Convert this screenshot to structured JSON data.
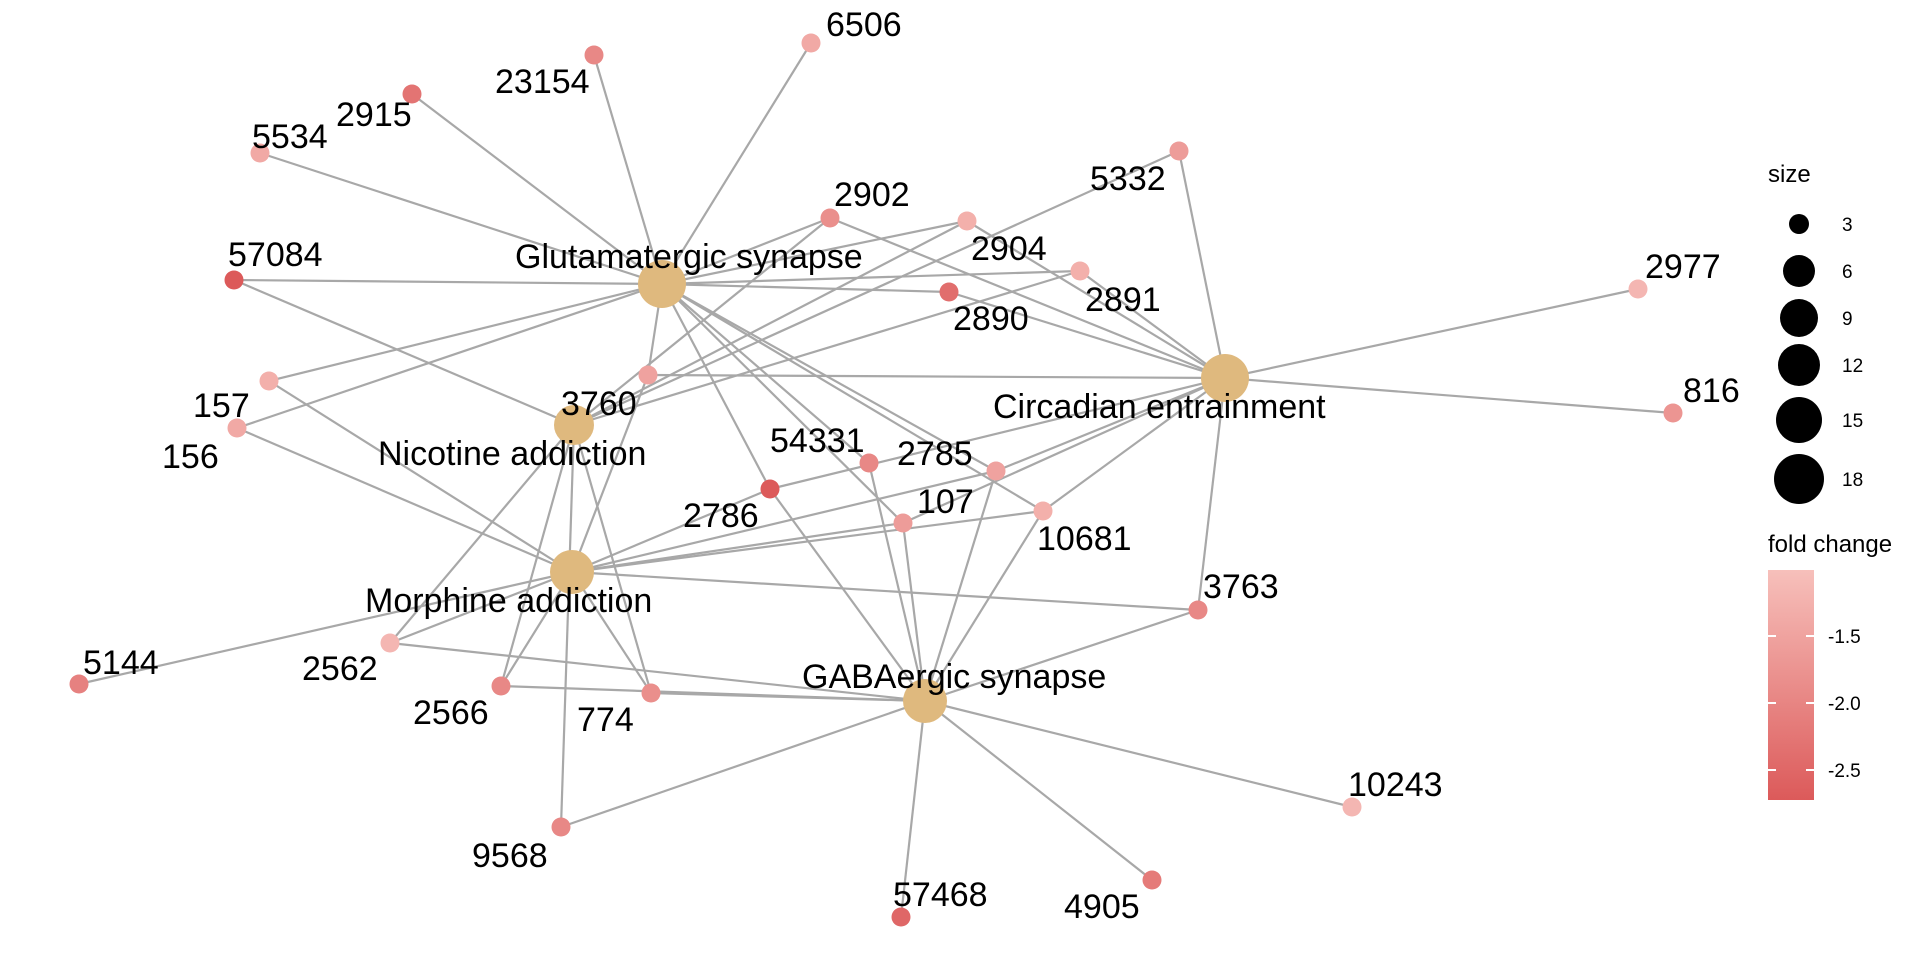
{
  "legend": {
    "size_title": "size",
    "size_values": [
      "3",
      "6",
      "9",
      "12",
      "15",
      "18"
    ],
    "color_title": "fold change",
    "color_ticks": [
      "-1.5",
      "-2.0",
      "-2.5"
    ],
    "color_low": "#dc5a5a",
    "color_high": "#f7c0bb"
  },
  "colors": {
    "category": "#dfb97e",
    "edge": "#a8a8a8"
  },
  "categories": [
    {
      "id": "glu",
      "label": "Glutamatergic synapse"
    },
    {
      "id": "cir",
      "label": "Circadian entrainment"
    },
    {
      "id": "nic",
      "label": "Nicotine addiction"
    },
    {
      "id": "mor",
      "label": "Morphine addiction"
    },
    {
      "id": "gaba",
      "label": "GABAergic synapse"
    }
  ],
  "genes": [
    {
      "id": "6506",
      "label": "6506",
      "fc": -1.6
    },
    {
      "id": "23154",
      "label": "23154",
      "fc": -2.1
    },
    {
      "id": "2915",
      "label": "2915",
      "fc": -2.4
    },
    {
      "id": "5534",
      "label": "5534",
      "fc": -1.6
    },
    {
      "id": "57084",
      "label": "57084",
      "fc": -2.8
    },
    {
      "id": "2902",
      "label": "2902",
      "fc": -2.0
    },
    {
      "id": "5332",
      "label": "5332",
      "fc": -1.8
    },
    {
      "id": "2904",
      "label": "2904",
      "fc": -1.5
    },
    {
      "id": "2891",
      "label": "2891",
      "fc": -1.5
    },
    {
      "id": "2890",
      "label": "2890",
      "fc": -2.5
    },
    {
      "id": "2977",
      "label": "2977",
      "fc": -1.4
    },
    {
      "id": "816",
      "label": "816",
      "fc": -1.9
    },
    {
      "id": "157",
      "label": "157",
      "fc": -1.5
    },
    {
      "id": "156",
      "label": "156",
      "fc": -1.6
    },
    {
      "id": "3760",
      "label": "3760",
      "fc": -1.7
    },
    {
      "id": "54331",
      "label": "54331",
      "fc": -2.1
    },
    {
      "id": "2785",
      "label": "2785",
      "fc": -1.7
    },
    {
      "id": "2786",
      "label": "2786",
      "fc": -2.8
    },
    {
      "id": "107",
      "label": "107",
      "fc": -1.8
    },
    {
      "id": "10681",
      "label": "10681",
      "fc": -1.5
    },
    {
      "id": "3763",
      "label": "3763",
      "fc": -2.1
    },
    {
      "id": "5144",
      "label": "5144",
      "fc": -2.2
    },
    {
      "id": "2562",
      "label": "2562",
      "fc": -1.4
    },
    {
      "id": "2566",
      "label": "2566",
      "fc": -2.1
    },
    {
      "id": "774",
      "label": "774",
      "fc": -2.0
    },
    {
      "id": "10243",
      "label": "10243",
      "fc": -1.4
    },
    {
      "id": "9568",
      "label": "9568",
      "fc": -2.1
    },
    {
      "id": "57468",
      "label": "57468",
      "fc": -2.6
    },
    {
      "id": "4905",
      "label": "4905",
      "fc": -2.3
    }
  ],
  "edges": [
    [
      "glu",
      "6506"
    ],
    [
      "glu",
      "23154"
    ],
    [
      "glu",
      "2915"
    ],
    [
      "glu",
      "5534"
    ],
    [
      "glu",
      "57084"
    ],
    [
      "glu",
      "2902"
    ],
    [
      "glu",
      "2904"
    ],
    [
      "glu",
      "2891"
    ],
    [
      "glu",
      "2890"
    ],
    [
      "glu",
      "157"
    ],
    [
      "glu",
      "156"
    ],
    [
      "glu",
      "3760"
    ],
    [
      "glu",
      "54331"
    ],
    [
      "glu",
      "2785"
    ],
    [
      "glu",
      "2786"
    ],
    [
      "glu",
      "10681"
    ],
    [
      "glu",
      "107"
    ],
    [
      "cir",
      "5332"
    ],
    [
      "cir",
      "2902"
    ],
    [
      "cir",
      "2904"
    ],
    [
      "cir",
      "2891"
    ],
    [
      "cir",
      "2890"
    ],
    [
      "cir",
      "2977"
    ],
    [
      "cir",
      "816"
    ],
    [
      "cir",
      "3760"
    ],
    [
      "cir",
      "3763"
    ],
    [
      "cir",
      "2785"
    ],
    [
      "cir",
      "10681"
    ],
    [
      "cir",
      "107"
    ],
    [
      "cir",
      "2786"
    ],
    [
      "nic",
      "57084"
    ],
    [
      "nic",
      "5332"
    ],
    [
      "nic",
      "2902"
    ],
    [
      "nic",
      "2904"
    ],
    [
      "nic",
      "2891"
    ],
    [
      "nic",
      "2562"
    ],
    [
      "nic",
      "2566"
    ],
    [
      "nic",
      "774"
    ],
    [
      "nic",
      "9568"
    ],
    [
      "mor",
      "157"
    ],
    [
      "mor",
      "156"
    ],
    [
      "mor",
      "3760"
    ],
    [
      "mor",
      "2786"
    ],
    [
      "mor",
      "107"
    ],
    [
      "mor",
      "10681"
    ],
    [
      "mor",
      "2785"
    ],
    [
      "mor",
      "3763"
    ],
    [
      "mor",
      "5144"
    ],
    [
      "mor",
      "2562"
    ],
    [
      "mor",
      "2566"
    ],
    [
      "mor",
      "774"
    ],
    [
      "gaba",
      "54331"
    ],
    [
      "gaba",
      "2785"
    ],
    [
      "gaba",
      "107"
    ],
    [
      "gaba",
      "10681"
    ],
    [
      "gaba",
      "2786"
    ],
    [
      "gaba",
      "3763"
    ],
    [
      "gaba",
      "2562"
    ],
    [
      "gaba",
      "2566"
    ],
    [
      "gaba",
      "774"
    ],
    [
      "gaba",
      "10243"
    ],
    [
      "gaba",
      "9568"
    ],
    [
      "gaba",
      "57468"
    ],
    [
      "gaba",
      "4905"
    ]
  ]
}
